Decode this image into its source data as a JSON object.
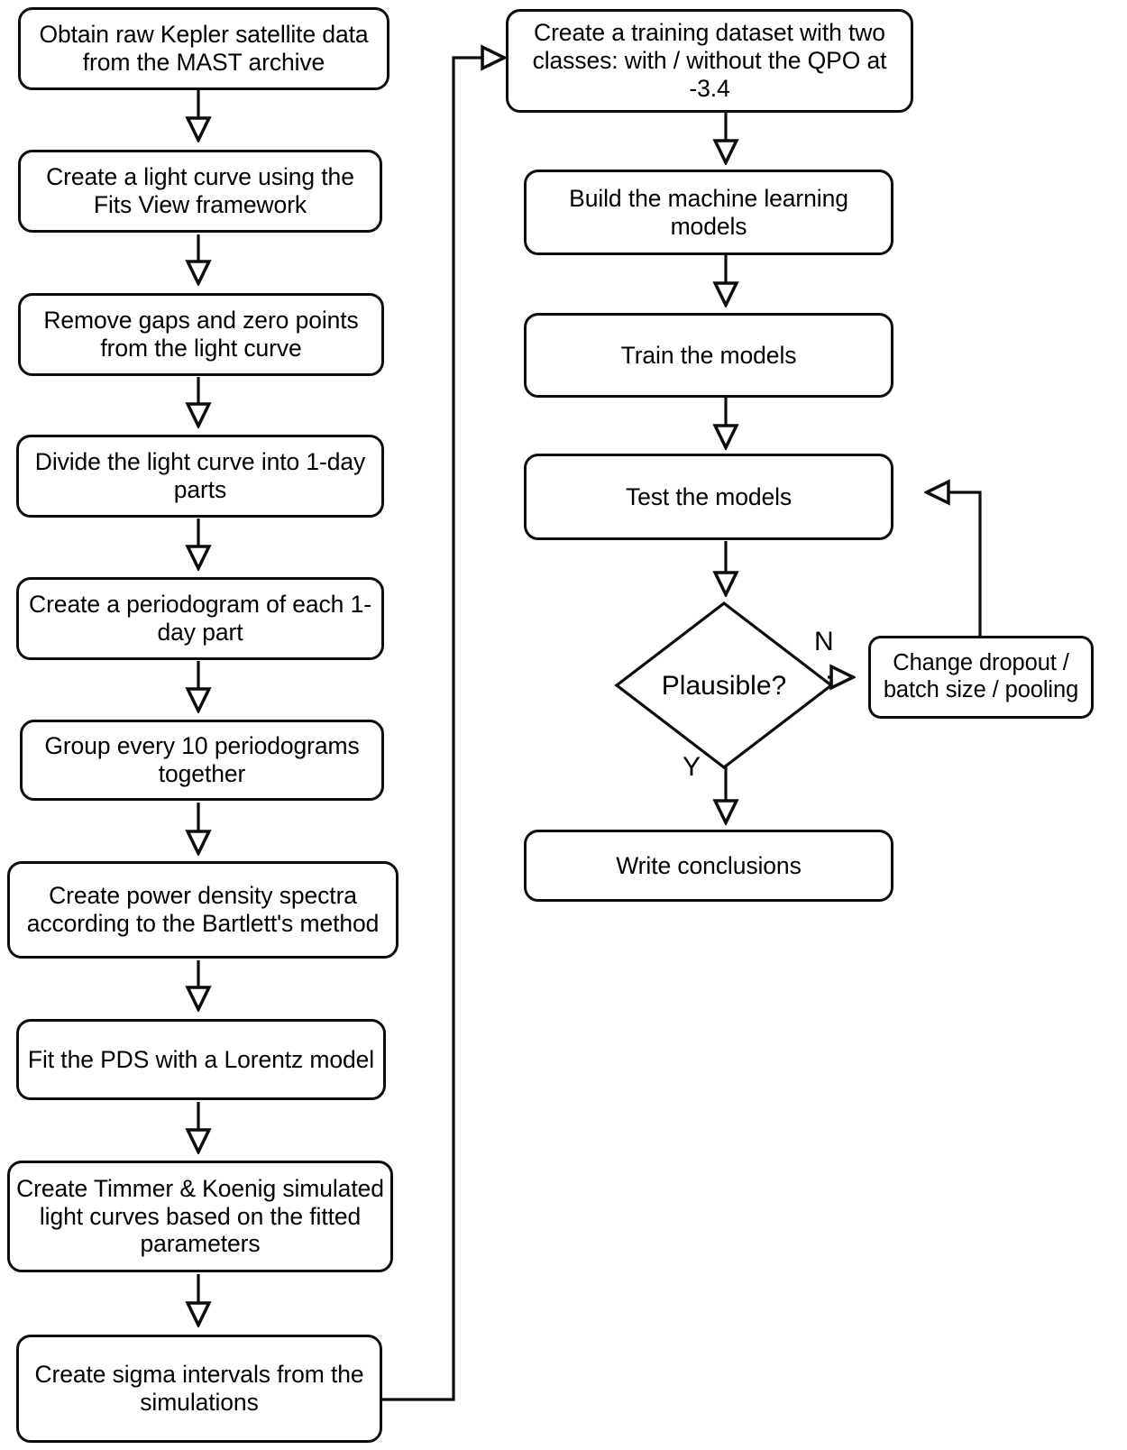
{
  "diagram": {
    "type": "flowchart",
    "title": "Kepler QPO machine-learning analysis pipeline",
    "orientation": "two-column top-to-bottom"
  },
  "left_column": {
    "nodes": [
      {
        "id": "obtain-data",
        "shape": "process",
        "label": "Obtain raw Kepler satellite data from the MAST archive"
      },
      {
        "id": "light-curve",
        "shape": "process",
        "label": "Create a light curve using the Fits View framework"
      },
      {
        "id": "remove-gaps",
        "shape": "process",
        "label": "Remove gaps and zero points from the light curve"
      },
      {
        "id": "divide-curve",
        "shape": "process",
        "label": "Divide the light curve into 1-day parts"
      },
      {
        "id": "periodogram",
        "shape": "process",
        "label": "Create a periodogram of each 1-day part"
      },
      {
        "id": "group-periodograms",
        "shape": "process",
        "label": "Group every 10 periodograms together"
      },
      {
        "id": "power-density",
        "shape": "process",
        "label": "Create power density spectra according to the Bartlett's method"
      },
      {
        "id": "fit-pds",
        "shape": "process",
        "label": "Fit the PDS with a Lorentz model"
      },
      {
        "id": "timmer-koenig",
        "shape": "process",
        "label": "Create Timmer & Koenig simulated light curves based on the fitted parameters"
      },
      {
        "id": "sigma-intervals",
        "shape": "process",
        "label": "Create sigma intervals from the simulations"
      }
    ]
  },
  "right_column": {
    "nodes": [
      {
        "id": "training-dataset",
        "shape": "process",
        "label": "Create a training dataset with two classes: with / without the QPO at -3.4"
      },
      {
        "id": "build-models",
        "shape": "process",
        "label": "Build the machine learning models"
      },
      {
        "id": "train-models",
        "shape": "process",
        "label": "Train the models"
      },
      {
        "id": "test-models",
        "shape": "process",
        "label": "Test the models"
      },
      {
        "id": "plausible",
        "shape": "decision",
        "label": "Plausible?"
      },
      {
        "id": "write-conclusions",
        "shape": "process",
        "label": "Write conclusions"
      },
      {
        "id": "change-params",
        "shape": "process",
        "label": "Change dropout / batch size / pooling"
      }
    ]
  },
  "edge_labels": {
    "no_branch": "N",
    "yes_branch": "Y"
  },
  "edges": [
    {
      "from": "obtain-data",
      "to": "light-curve",
      "label": ""
    },
    {
      "from": "light-curve",
      "to": "remove-gaps",
      "label": ""
    },
    {
      "from": "remove-gaps",
      "to": "divide-curve",
      "label": ""
    },
    {
      "from": "divide-curve",
      "to": "periodogram",
      "label": ""
    },
    {
      "from": "periodogram",
      "to": "group-periodograms",
      "label": ""
    },
    {
      "from": "group-periodograms",
      "to": "power-density",
      "label": ""
    },
    {
      "from": "power-density",
      "to": "fit-pds",
      "label": ""
    },
    {
      "from": "fit-pds",
      "to": "timmer-koenig",
      "label": ""
    },
    {
      "from": "timmer-koenig",
      "to": "sigma-intervals",
      "label": ""
    },
    {
      "from": "sigma-intervals",
      "to": "training-dataset",
      "label": ""
    },
    {
      "from": "training-dataset",
      "to": "build-models",
      "label": ""
    },
    {
      "from": "build-models",
      "to": "train-models",
      "label": ""
    },
    {
      "from": "train-models",
      "to": "test-models",
      "label": ""
    },
    {
      "from": "test-models",
      "to": "plausible",
      "label": ""
    },
    {
      "from": "plausible",
      "to": "change-params",
      "label": "N"
    },
    {
      "from": "plausible",
      "to": "write-conclusions",
      "label": "Y"
    },
    {
      "from": "change-params",
      "to": "test-models",
      "label": ""
    }
  ],
  "style": {
    "stroke_color": "#0d0d0d",
    "fill_color": "#ffffff",
    "background": "#ffffff",
    "text_color": "#000000"
  }
}
